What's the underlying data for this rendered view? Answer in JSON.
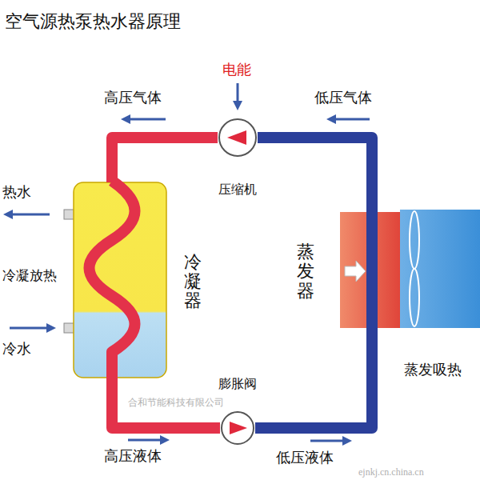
{
  "diagram": {
    "title": "空气源热泵热水器原理",
    "nodes": [
      {
        "text": [
          "压缩机"
        ]
      },
      {
        "text": [
          "冷凝器"
        ]
      },
      {
        "text": [
          "蒸发器"
        ]
      },
      {
        "text": [
          "膨胀阀"
        ]
      }
    ],
    "edges": [
      {
        "from": 0,
        "to": 1,
        "arrow": "none"
      },
      {
        "from": 1,
        "to": 3,
        "arrow": "none"
      },
      {
        "from": 3,
        "to": 2,
        "arrow": "none"
      },
      {
        "from": 2,
        "to": 0,
        "arrow": "none"
      }
    ],
    "labels": [
      "电能",
      "高压气体",
      "低压气体",
      "热水",
      "冷凝放热",
      "冷水",
      "蒸发吸热",
      "高压液体",
      "低压液体",
      "合和节能科技有限公司",
      "ejnkj.cn.china.cn"
    ]
  }
}
